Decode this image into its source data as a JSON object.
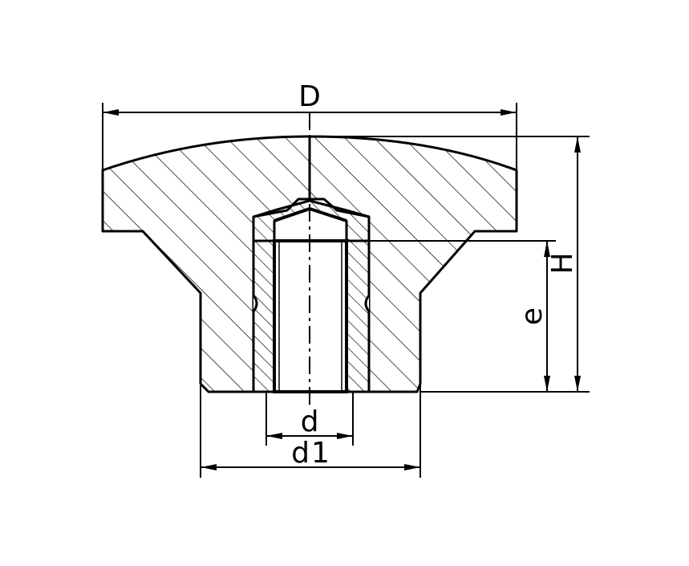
{
  "diagram": {
    "labels": {
      "D": "D",
      "H": "H",
      "e": "e",
      "d": "d",
      "d1": "d1"
    },
    "colors": {
      "line": "#000000",
      "background": "#ffffff"
    }
  }
}
